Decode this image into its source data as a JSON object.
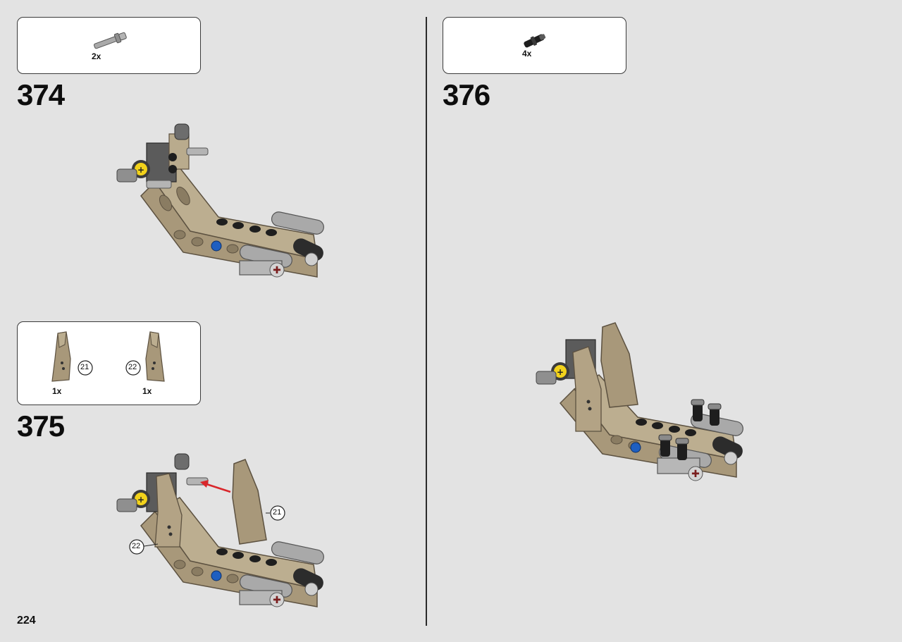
{
  "page": {
    "number": "224"
  },
  "steps": [
    {
      "number": "374",
      "parts": [
        {
          "name": "axle-pin-light-grey",
          "qty": "2x"
        }
      ]
    },
    {
      "number": "375",
      "parts": [
        {
          "name": "panel-tan-21",
          "qty": "1x",
          "callout": "21"
        },
        {
          "name": "panel-tan-22",
          "qty": "1x",
          "callout": "22"
        }
      ],
      "callouts": [
        "21",
        "22"
      ]
    },
    {
      "number": "376",
      "parts": [
        {
          "name": "pin-black-long",
          "qty": "4x"
        }
      ]
    }
  ],
  "colors": {
    "tan": "#a8987a",
    "tan_dark": "#7e705a",
    "dark_grey": "#5b5b5b",
    "light_grey": "#a9a9a9",
    "black": "#1e1e1e",
    "yellow": "#f2d21b",
    "blue": "#1f5fc0",
    "red_arrow": "#d9262b"
  }
}
